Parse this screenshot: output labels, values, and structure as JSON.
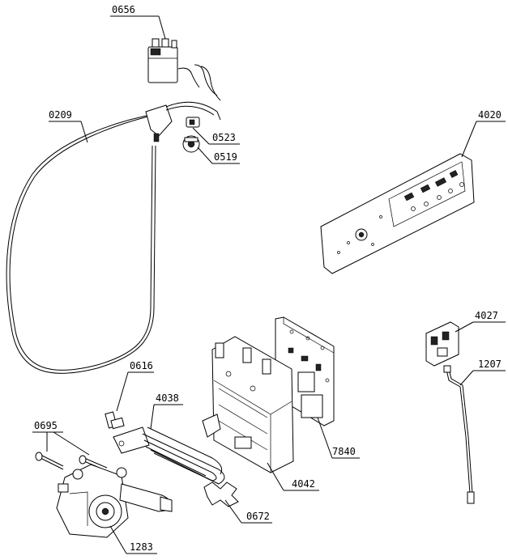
{
  "labels": {
    "p0656": "0656",
    "p0209": "0209",
    "p0523": "0523",
    "p0519": "0519",
    "p4020": "4020",
    "p4027": "4027",
    "p1207": "1207",
    "p0616": "0616",
    "p4038": "4038",
    "p0695": "0695",
    "p7840": "7840",
    "p4042": "4042",
    "p0672": "0672",
    "p1283": "1283"
  }
}
